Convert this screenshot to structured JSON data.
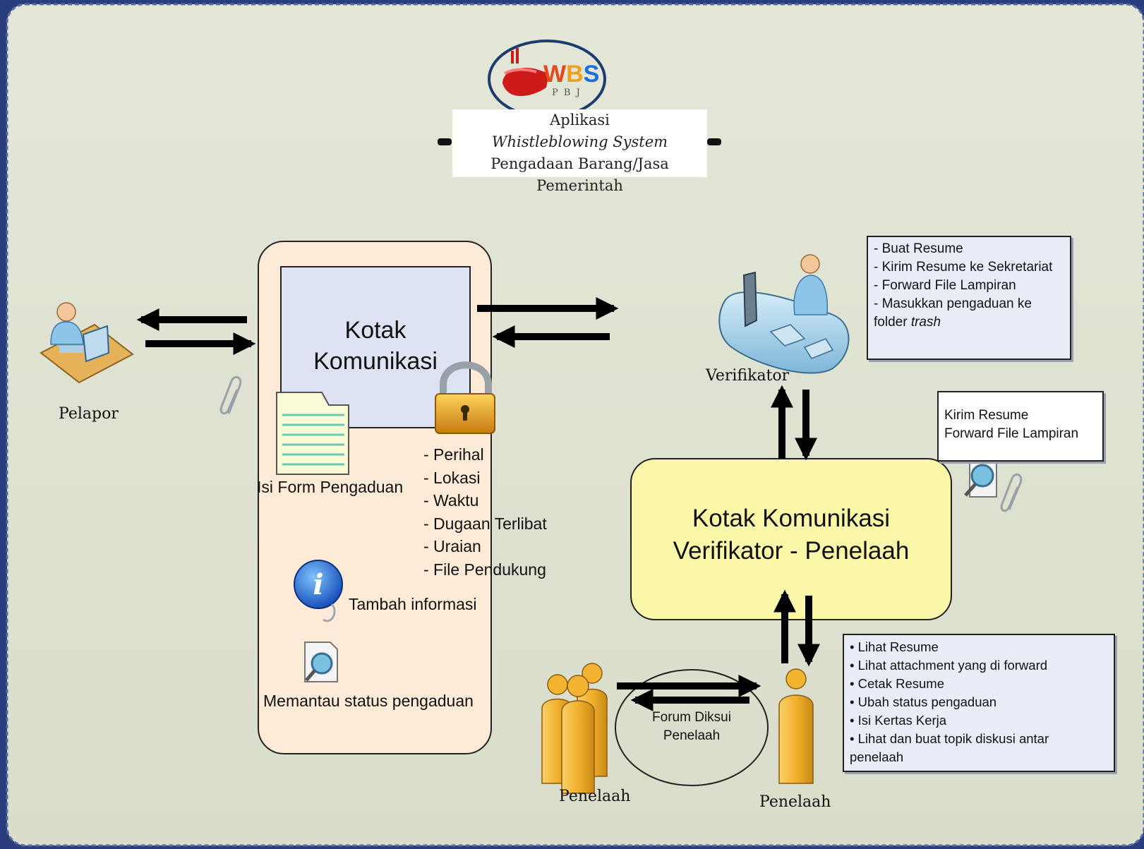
{
  "logo": {
    "text_w": "W",
    "text_b": "B",
    "text_s": "S",
    "sub": "P B J"
  },
  "title": {
    "line1": "Aplikasi",
    "line2": "Whistleblowing System",
    "line3": "Pengadaan Barang/Jasa Pemerintah"
  },
  "pelapor": {
    "label": "Pelapor"
  },
  "kotak_komunikasi": {
    "line1": "Kotak",
    "line2": "Komunikasi"
  },
  "form": {
    "isi_form": "Isi Form Pengaduan",
    "fields": [
      "- Perihal",
      "- Lokasi",
      "- Waktu",
      "- Dugaan Terlibat",
      "- Uraian",
      "- File Pendukung"
    ],
    "tambah_informasi": "Tambah informasi",
    "memantau": "Memantau status pengaduan"
  },
  "verifikator": {
    "label": "Verifikator",
    "tasks": [
      "- Buat Resume",
      "- Kirim Resume ke Sekretariat",
      "- Forward File Lampiran",
      "- Masukkan pengaduan ke",
      "folder "
    ],
    "tasks_italic": "trash"
  },
  "kirim_box": {
    "line1": "Kirim Resume",
    "line2": "Forward File  Lampiran"
  },
  "kotak_verifikator": {
    "line1": "Kotak Komunikasi",
    "line2": "Verifikator - Penelaah"
  },
  "penelaah_tasks": [
    "Lihat Resume",
    "Lihat attachment yang di forward",
    "Cetak Resume",
    "Ubah status pengaduan",
    "Isi Kertas Kerja",
    "Lihat dan buat topik diskusi antar",
    "penelaah"
  ],
  "forum": {
    "line1": "Forum Diksui",
    "line2": "Penelaah"
  },
  "penelaah_group": {
    "label": "Penelaah"
  },
  "penelaah_single": {
    "label": "Penelaah"
  },
  "colors": {
    "background": "#dfe3d2",
    "panel_fill": "#fdebd8",
    "kotak_fill": "#dde3f3",
    "verifikator_box_fill": "#fbf7a9",
    "note_fill": "#eaedf8",
    "person_yellow": "#f2b431",
    "person_blue": "#8cc5e8"
  }
}
